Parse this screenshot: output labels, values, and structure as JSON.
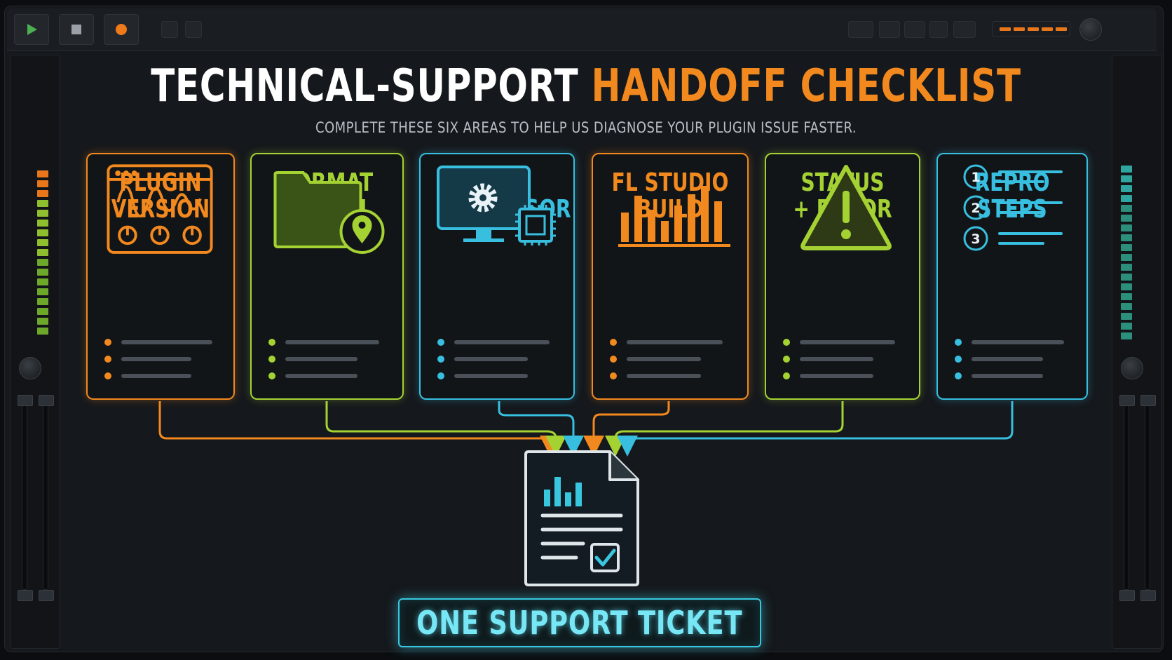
{
  "header": {
    "title_white": "TECHNICAL-SUPPORT",
    "title_orange": "HANDOFF CHECKLIST",
    "subtitle": "COMPLETE THESE SIX AREAS TO HELP US DIAGNOSE YOUR PLUGIN ISSUE FASTER."
  },
  "cards": [
    {
      "id": "plugin-version",
      "label": "PLUGIN\nVERSION",
      "icon": "plugin-window-icon",
      "color": "#f2891f"
    },
    {
      "id": "format-path",
      "label": "FORMAT\n+ PATH",
      "icon": "folder-location-icon",
      "color": "#a5d233"
    },
    {
      "id": "os-processor",
      "label": "OS +\nPROCESSOR",
      "icon": "monitor-cpu-icon",
      "color": "#38bfe0"
    },
    {
      "id": "fl-studio-build",
      "label": "FL STUDIO\nBUILD",
      "icon": "bar-graph-icon",
      "color": "#f2891f"
    },
    {
      "id": "status-error",
      "label": "STATUS\n+ ERROR",
      "icon": "warning-icon",
      "color": "#a5d233"
    },
    {
      "id": "repro-steps",
      "label": "REPRO\nSTEPS",
      "icon": "numbered-list-icon",
      "color": "#38bfe0"
    }
  ],
  "steps": [
    "1",
    "2",
    "3"
  ],
  "ticket": {
    "label": "ONE SUPPORT TICKET",
    "icon": "report-document-icon",
    "color": "#39c7df"
  },
  "colors": {
    "orange": "#f2891f",
    "green": "#a5d233",
    "cyan": "#38bfe0",
    "background": "#15181c"
  }
}
